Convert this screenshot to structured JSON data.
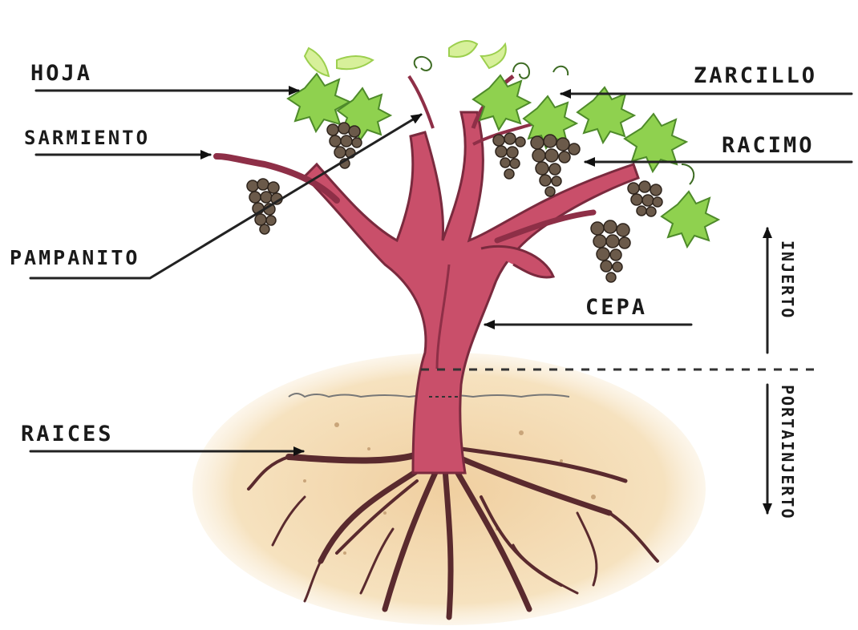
{
  "labels": {
    "hoja": "HOJA",
    "zarcillo": "ZARCILLO",
    "sarmiento": "SARMIENTO",
    "racimo": "RACIMO",
    "pampanito": "PAMPANITO",
    "cepa": "CEPA",
    "raices": "RAICES",
    "injerto": "INJERTO",
    "portainjerto": "PORTAINJERTO"
  },
  "colors": {
    "trunk": "#c94f6a",
    "trunk_dark": "#8e2f47",
    "leaf": "#8fd14f",
    "leaf_dark": "#4e8a2a",
    "grape": "#6b5a4a",
    "soil": "#f2d7a7",
    "roots": "#5a2a2e"
  }
}
